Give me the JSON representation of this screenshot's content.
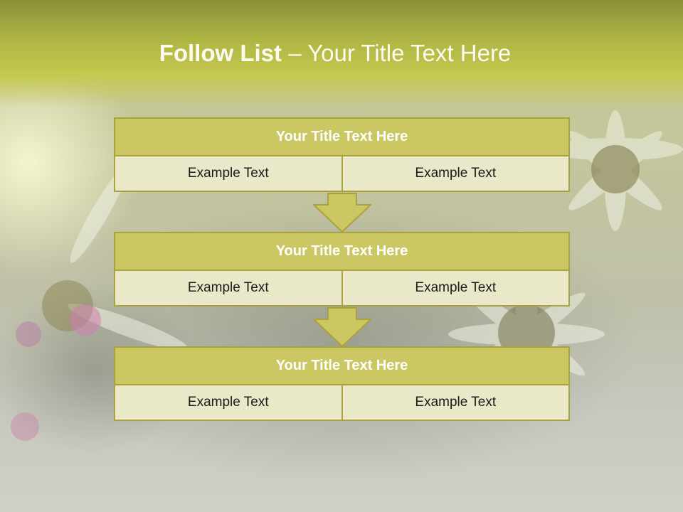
{
  "header": {
    "title_bold": "Follow List",
    "title_rest": " – Your Title Text Here"
  },
  "colors": {
    "header_band": "#c4c84f",
    "block_head": "#cbc863",
    "block_border": "#a9a23e",
    "cell_fill": "#e9e8c8",
    "arrow_fill": "#cbc863"
  },
  "blocks": [
    {
      "title": "Your Title Text Here",
      "cells": [
        "Example Text",
        "Example Text"
      ]
    },
    {
      "title": "Your Title Text Here",
      "cells": [
        "Example Text",
        "Example Text"
      ]
    },
    {
      "title": "Your Title Text Here",
      "cells": [
        "Example Text",
        "Example Text"
      ]
    }
  ],
  "connectors": [
    "down-arrow-icon",
    "down-arrow-icon"
  ]
}
